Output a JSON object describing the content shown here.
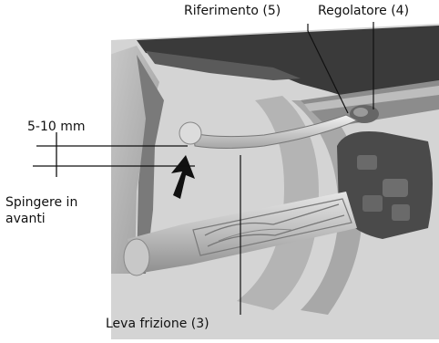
{
  "labels": {
    "riferimento": "Riferimento (5)",
    "regolatore": "Regolatore (4)",
    "gap": "5-10 mm",
    "push_line1": "Spingere in",
    "push_line2": "avanti",
    "lever": "Leva frizione (3)"
  }
}
